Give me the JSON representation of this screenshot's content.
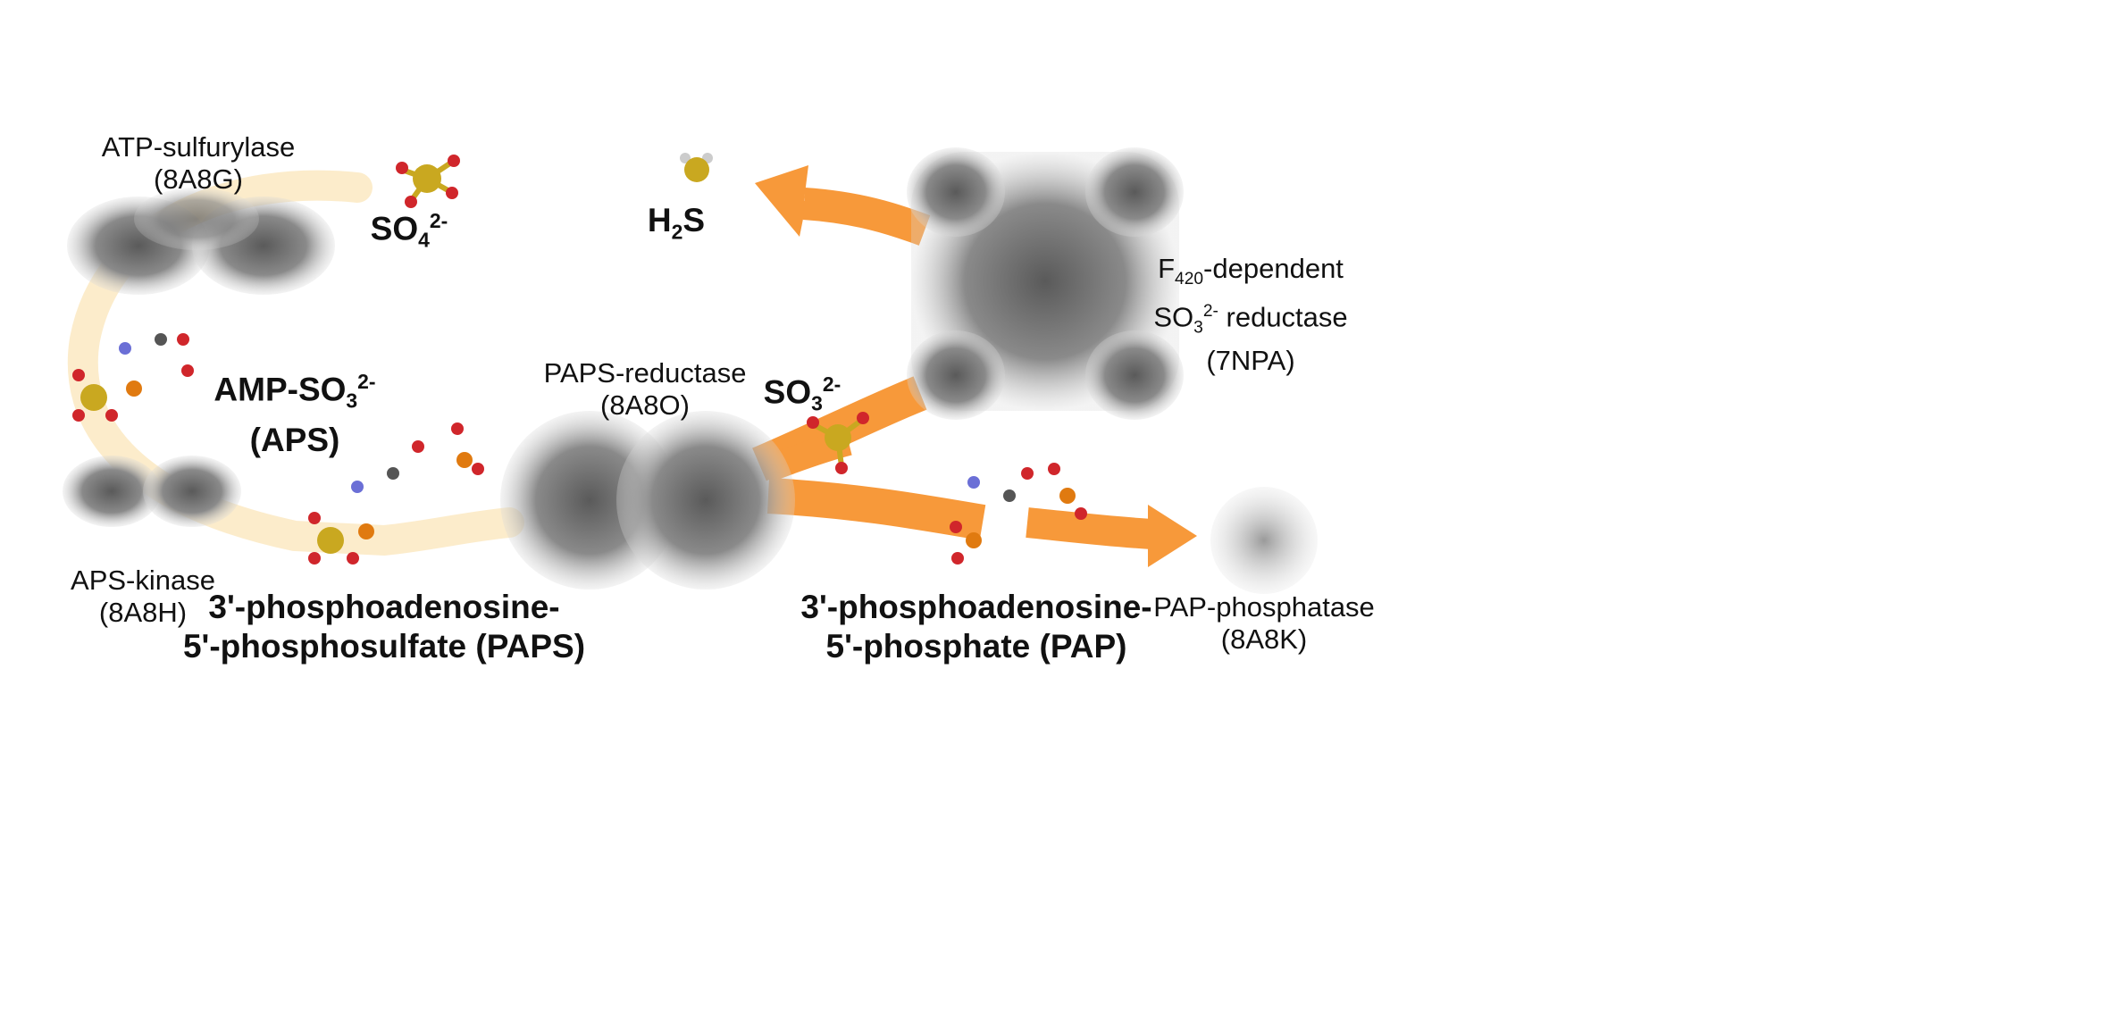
{
  "colors": {
    "arrow": "#F7993A",
    "arrow_faded": "#FCE9C2",
    "protein": "#6e6e6e",
    "sulfur": "#C9A820",
    "oxygen": "#D0262B",
    "phosphorus": "#E07A10",
    "carbon": "#555555",
    "nitrogen": "#6b6fd6",
    "hydrogen": "#dddddd"
  },
  "enzymes": {
    "atp_sulfurylase": {
      "name": "ATP-sulfurylase",
      "pdb": "(8A8G)"
    },
    "aps_kinase": {
      "name": "APS-kinase",
      "pdb": "(8A8H)"
    },
    "paps_reductase": {
      "name": "PAPS-reductase",
      "pdb": "(8A8O)"
    },
    "sulfite_reductase": {
      "name_prefix": "F",
      "name_sub": "420",
      "name_suffix": "-dependent",
      "line2_prefix": "SO",
      "line2_sub": "3",
      "line2_sup": "2-",
      "line2_suffix": " reductase",
      "pdb": "(7NPA)"
    },
    "pap_phosphatase": {
      "name": "PAP-phosphatase",
      "pdb": "(8A8K)"
    }
  },
  "compounds": {
    "sulfate": {
      "base": "SO",
      "sub": "4",
      "sup": "2-"
    },
    "h2s": {
      "pre": "H",
      "sub": "2",
      "post": "S"
    },
    "aps": {
      "pre": "AMP-SO",
      "sub": "3",
      "sup": "2-",
      "abbr": "(APS)"
    },
    "sulfite": {
      "base": "SO",
      "sub": "3",
      "sup": "2-"
    },
    "paps": {
      "line1": "3'-phosphoadenosine-",
      "line2": "5'-phosphosulfate (PAPS)"
    },
    "pap": {
      "line1": "3'-phosphoadenosine-",
      "line2": "5'-phosphate (PAP)"
    }
  }
}
